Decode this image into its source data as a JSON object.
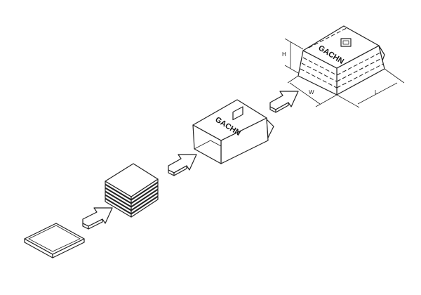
{
  "diagram": {
    "brand_label": "GACHN",
    "dimensions": {
      "height": "H",
      "width": "W",
      "length": "L"
    },
    "steps": [
      "single-sheet",
      "sheet-stack",
      "carton-box",
      "packed-bundle"
    ],
    "colors": {
      "line": "#222222",
      "background": "#ffffff"
    }
  }
}
